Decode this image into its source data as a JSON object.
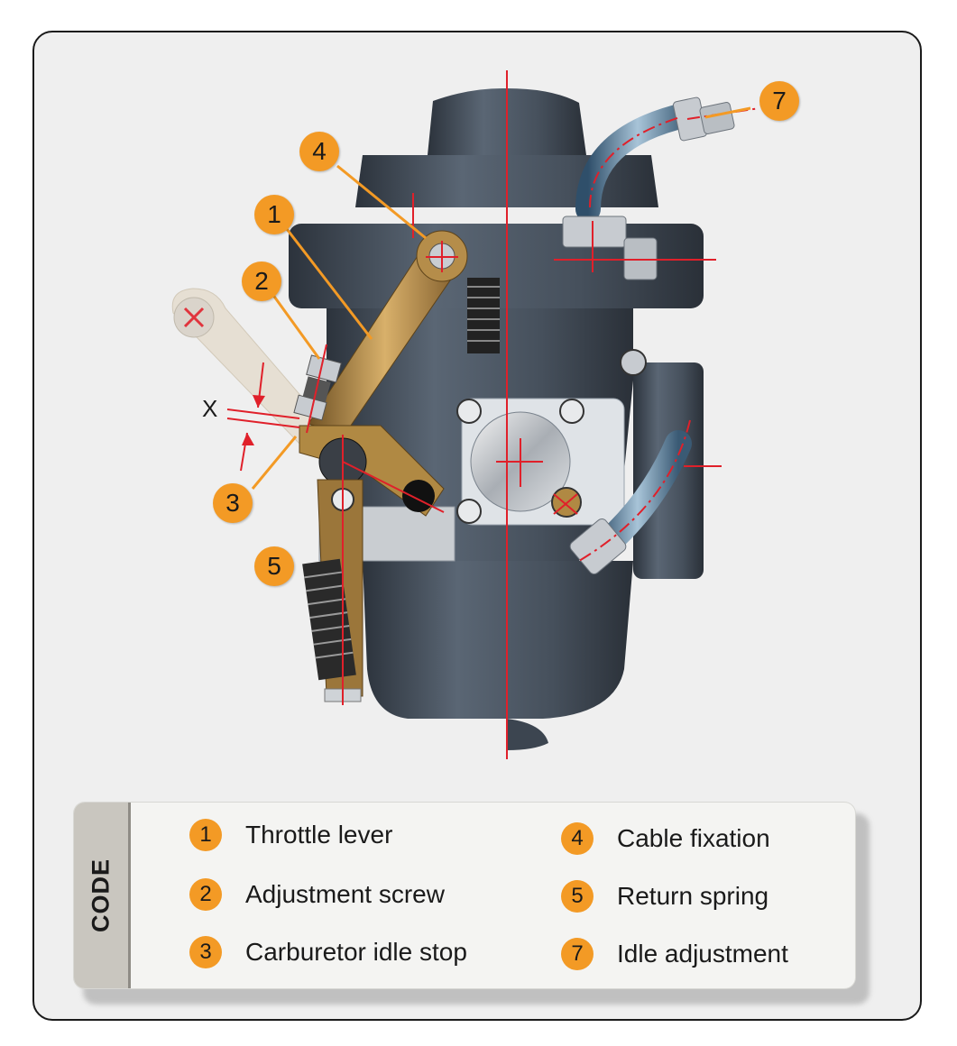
{
  "callouts": [
    {
      "number": "1"
    },
    {
      "number": "2"
    },
    {
      "number": "3"
    },
    {
      "number": "4"
    },
    {
      "number": "5"
    },
    {
      "number": "7"
    }
  ],
  "gap_label": "X",
  "legend": {
    "heading": "CODE",
    "items": [
      {
        "number": "1",
        "label": "Throttle lever"
      },
      {
        "number": "2",
        "label": "Adjustment screw"
      },
      {
        "number": "3",
        "label": "Carburetor idle stop"
      },
      {
        "number": "4",
        "label": "Cable fixation"
      },
      {
        "number": "5",
        "label": "Return spring"
      },
      {
        "number": "7",
        "label": "Idle adjustment"
      }
    ]
  },
  "colors": {
    "badge": "#f39a25",
    "body": "#4a5563",
    "lever": "#a07a3c",
    "axis_line": "#e0202a",
    "background": "#efefef"
  }
}
